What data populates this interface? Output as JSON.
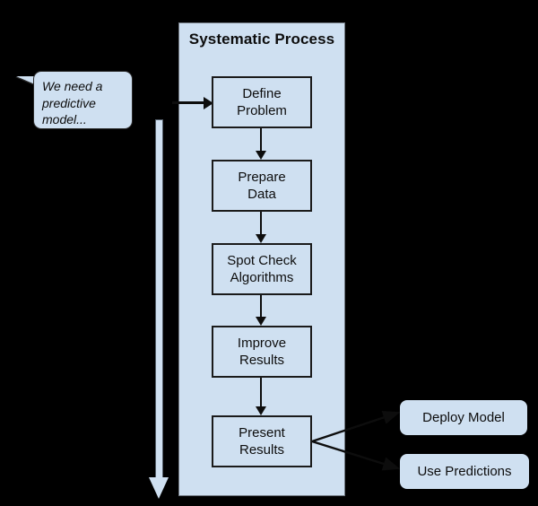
{
  "diagram": {
    "title": "Systematic Process",
    "panel_color": "#cfe0f1",
    "line_color": "#0d0d0d",
    "background": "#000000"
  },
  "speech_bubble": {
    "line1": "We need a",
    "line2": "predictive",
    "line3": "model..."
  },
  "steps": [
    {
      "line1": "Define",
      "line2": "Problem"
    },
    {
      "line1": "Prepare",
      "line2": "Data"
    },
    {
      "line1": "Spot Check",
      "line2": "Algorithms"
    },
    {
      "line1": "Improve",
      "line2": "Results"
    },
    {
      "line1": "Present",
      "line2": "Results"
    }
  ],
  "outputs": [
    {
      "label": "Deploy Model"
    },
    {
      "label": "Use Predictions"
    }
  ]
}
